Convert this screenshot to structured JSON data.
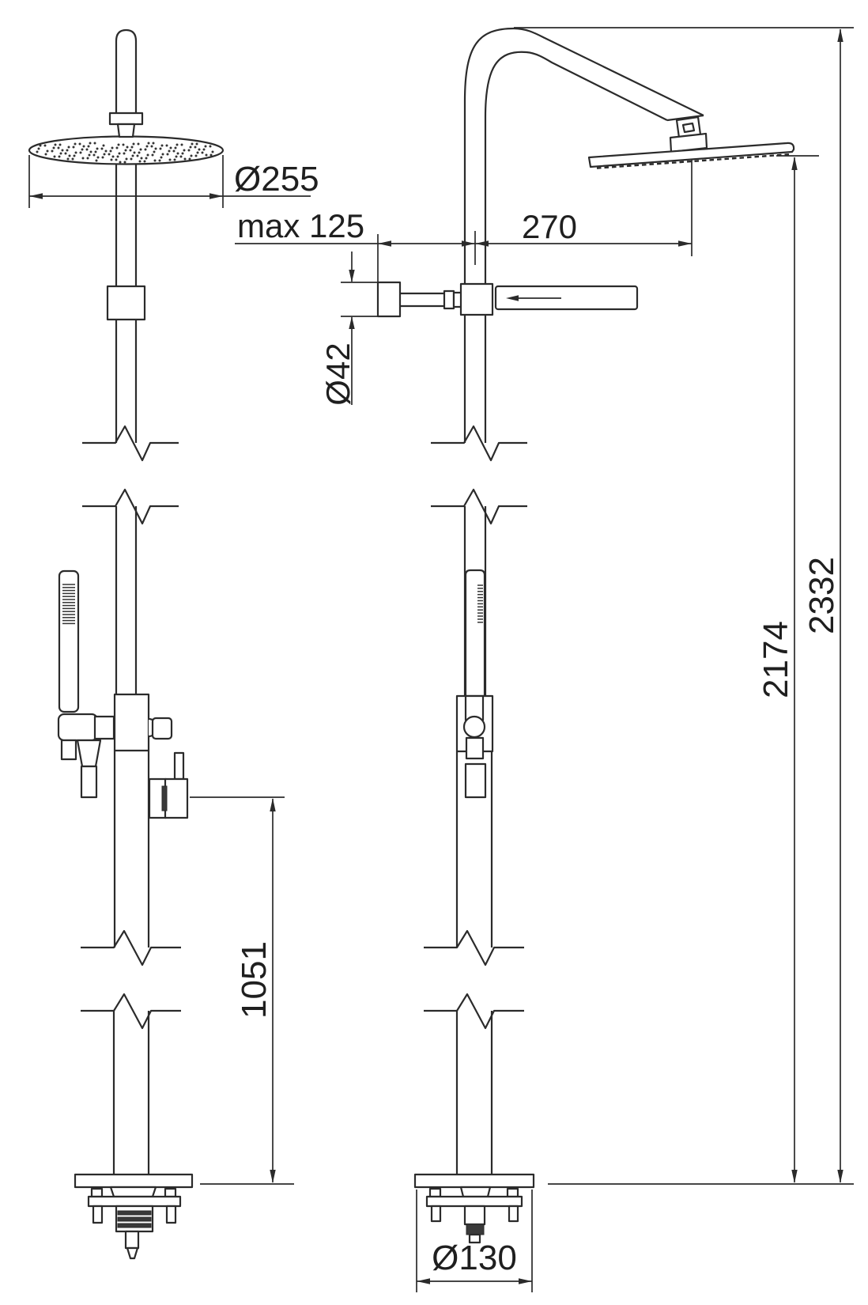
{
  "drawing": {
    "colors": {
      "background": "#ffffff",
      "line": "#2b2b2b",
      "text": "#1f1f1f"
    },
    "dimensions": {
      "head_diameter": "Ø255",
      "hand_shower_max_offset": "max 125",
      "arm_reach": "270",
      "holder_diameter": "Ø42",
      "height_to_head": "2174",
      "overall_height": "2332",
      "diverter_height": "1051",
      "base_diameter": "Ø130"
    }
  }
}
